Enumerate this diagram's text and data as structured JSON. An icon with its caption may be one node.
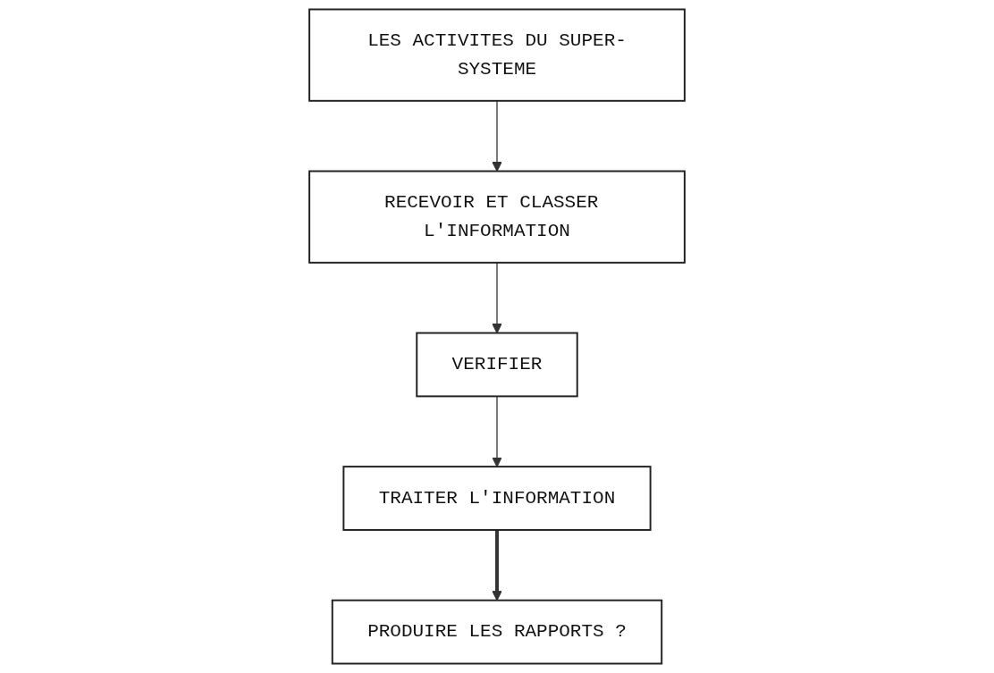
{
  "diagram": {
    "nodes": [
      {
        "text": [
          "LES ACTIVITES DU SUPER-SYSTEME"
        ]
      },
      {
        "text": [
          "RECEVOIR ET CLASSER L'INFORMATION"
        ]
      },
      {
        "text": [
          "PRODUIRE LES RAPPORTS ?"
        ]
      },
      {
        "text": [
          "VERIFIER"
        ]
      },
      {
        "text": [
          "TRAITER L'INFORMATION"
        ]
      }
    ],
    "edges": [
      {
        "from": 0,
        "to": 1,
        "arrow": "to"
      },
      {
        "from": 1,
        "to": 3,
        "arrow": "to"
      },
      {
        "from": 3,
        "to": 4,
        "arrow": "to"
      },
      {
        "from": 4,
        "to": 2,
        "arrow": "to",
        "style": "thick"
      }
    ]
  }
}
